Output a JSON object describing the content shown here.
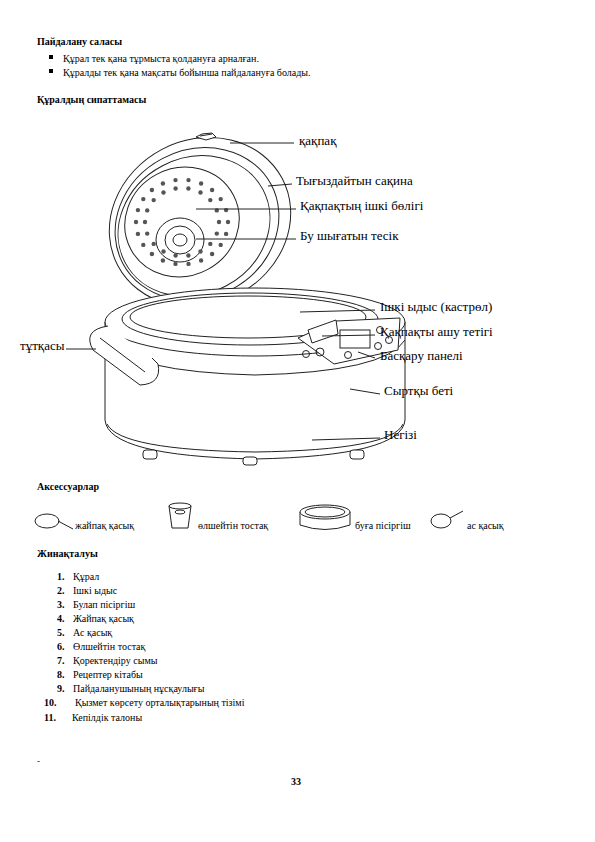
{
  "diagram": {
    "labels": [
      "Пайдалану саласы",
      "Құрал тек қана тұрмыста қолдануға арналған.",
      "Құралды тек қана мақсаты бойынша пайдалануға болады.",
      "Құралдың сипаттамасы",
      "қақпақ",
      "Тығыздайтын сақина",
      "Қақпақтың ішкі бөлігі",
      "Бу шығатын тесік",
      "Ішкі ыдыс (кастрөл)",
      "Қақпақты ашу тетігі",
      "Басқару панелі",
      "Сыртқы беті",
      "Негізі",
      "тұтқасы",
      "Аксессуарлар",
      "жайпақ қасық",
      "өлшейтін тостақ",
      "буға пісіргіш",
      "ас қасық",
      "Жинақталуы",
      "1.",
      "Құрал",
      "2.",
      "Ішкі ыдыс",
      "3.",
      "Булап пісіргіш",
      "4.",
      "Жайпақ қасық",
      "5.",
      "Ас қасық",
      "6.",
      "Өлшейтін тостақ",
      "7.",
      "Қоректендіру сымы",
      "8.",
      "Рецептер кітабы",
      "9.",
      "Пайдаланушының нұсқаулығы",
      "10.",
      "Қызмет көрсету орталықтарының тізімі",
      "11.",
      "Кепілдік талоны",
      "-",
      "33"
    ]
  }
}
